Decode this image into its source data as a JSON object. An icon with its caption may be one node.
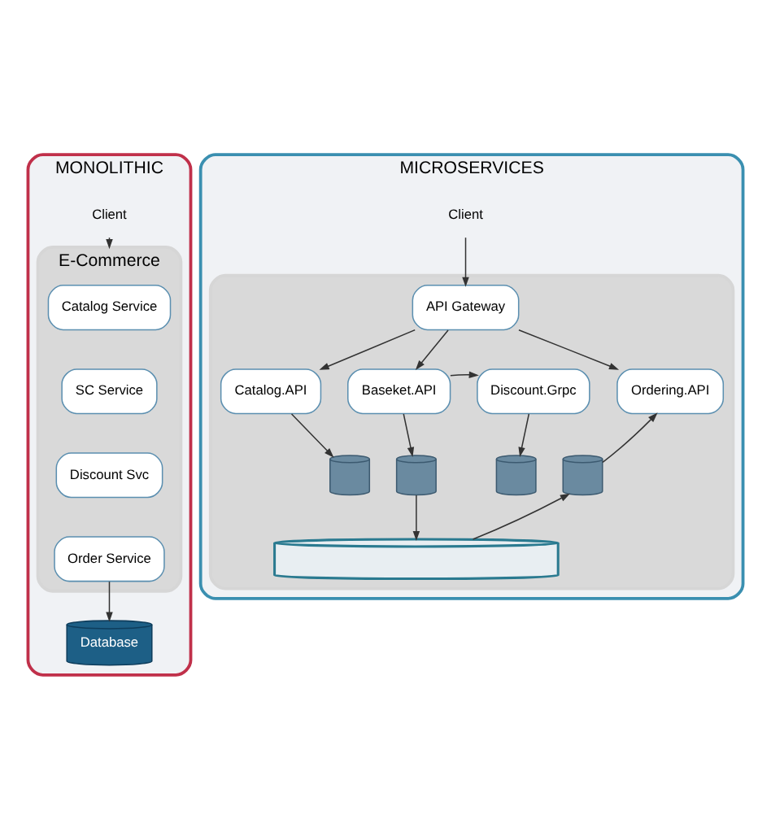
{
  "diagram": {
    "nodes": [
      {
        "text": [
          "MONOLITHIC"
        ]
      },
      {
        "text": [
          "Client"
        ],
        "in": 0
      },
      {
        "text": [
          "E-Commerce"
        ],
        "in": 0
      },
      {
        "text": [
          "Catalog Service"
        ],
        "in": 2
      },
      {
        "text": [
          "SC Service"
        ],
        "in": 2
      },
      {
        "text": [
          "Discount Svc"
        ],
        "in": 2
      },
      {
        "text": [
          "Order Service"
        ],
        "in": 2
      },
      {
        "text": [
          "Database"
        ],
        "in": 0
      },
      {
        "text": [
          "MICROSERVICES"
        ]
      },
      {
        "text": [
          "Client"
        ],
        "in": 8
      },
      {
        "text": [],
        "shape": "box",
        "in": 8
      },
      {
        "text": [
          "API Gateway"
        ],
        "in": 10
      },
      {
        "text": [
          "Catalog.API"
        ],
        "in": 10
      },
      {
        "text": [
          "Baseket.API"
        ],
        "in": 10
      },
      {
        "text": [
          "Discount.Grpc"
        ],
        "in": 10
      },
      {
        "text": [
          "Ordering.API"
        ],
        "in": 10
      },
      {
        "text": [],
        "shape": "cylinder",
        "in": 10
      },
      {
        "text": [],
        "shape": "cylinder",
        "in": 10
      },
      {
        "text": [],
        "shape": "cylinder",
        "in": 10
      },
      {
        "text": [],
        "shape": "cylinder",
        "in": 10
      },
      {
        "text": [],
        "shape": "cylinder",
        "in": 10
      }
    ],
    "edges": [
      {
        "from": 1,
        "to": 2,
        "arrow": "to"
      },
      {
        "from": 6,
        "to": 7,
        "arrow": "to"
      },
      {
        "from": 9,
        "to": 11,
        "arrow": "to"
      },
      {
        "from": 11,
        "to": 12,
        "arrow": "to"
      },
      {
        "from": 11,
        "to": 13,
        "arrow": "to"
      },
      {
        "from": 11,
        "to": 15,
        "arrow": "to"
      },
      {
        "from": 13,
        "to": 14,
        "arrow": "to"
      },
      {
        "from": 12,
        "to": 16,
        "arrow": "to"
      },
      {
        "from": 13,
        "to": 17,
        "arrow": "to"
      },
      {
        "from": 14,
        "to": 18,
        "arrow": "to"
      },
      {
        "from": 19,
        "to": 15,
        "arrow": "to"
      },
      {
        "from": 17,
        "to": 20,
        "arrow": "to"
      },
      {
        "from": 20,
        "to": 19,
        "arrow": "to"
      }
    ]
  }
}
